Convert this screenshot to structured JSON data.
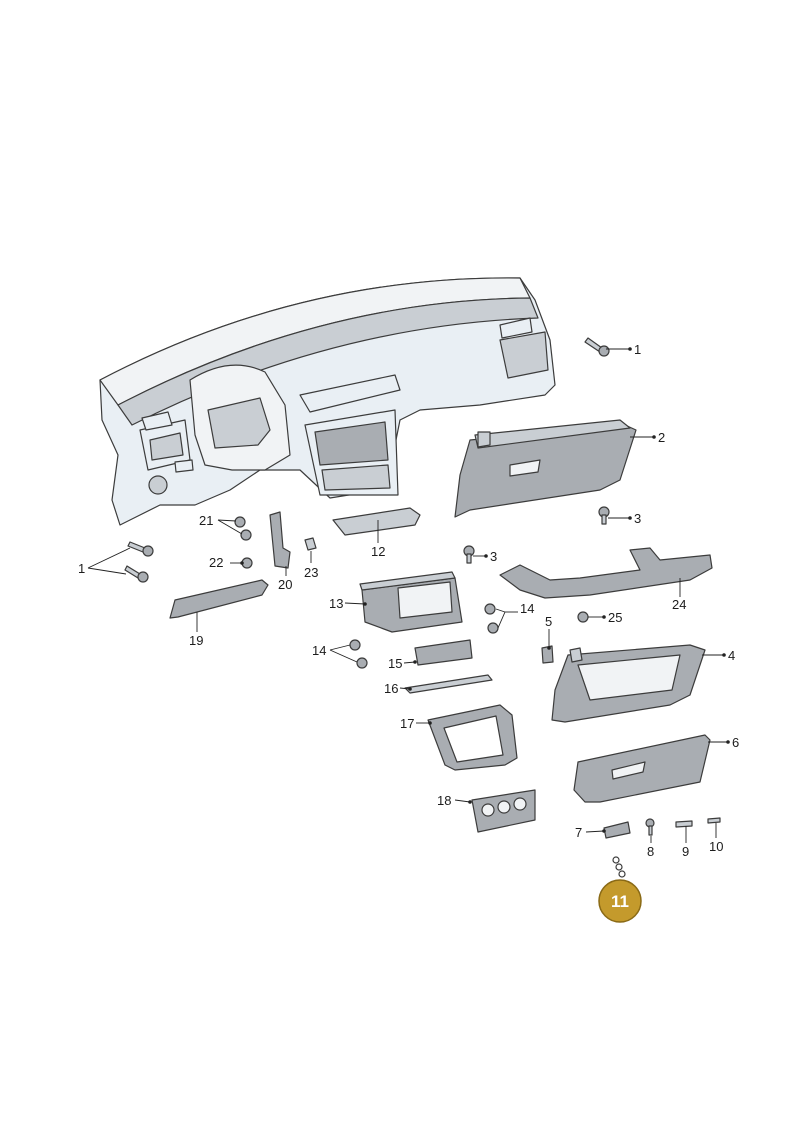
{
  "labels": {
    "l1a": "1",
    "l1b": "1",
    "l2": "2",
    "l3a": "3",
    "l3b": "3",
    "l4": "4",
    "l5": "5",
    "l6": "6",
    "l7": "7",
    "l8": "8",
    "l9": "9",
    "l10": "10",
    "l12": "12",
    "l13": "13",
    "l14a": "14",
    "l14b": "14",
    "l15": "15",
    "l16": "16",
    "l17": "17",
    "l18": "18",
    "l19": "19",
    "l20": "20",
    "l21": "21",
    "l22": "22",
    "l23": "23",
    "l24": "24",
    "l25": "25"
  },
  "highlight": {
    "label": "11",
    "color": "#c49a2c"
  },
  "colors": {
    "line": "#3c3c3c",
    "dashboard": "#e9eff4",
    "trim": "#a9adb2"
  }
}
